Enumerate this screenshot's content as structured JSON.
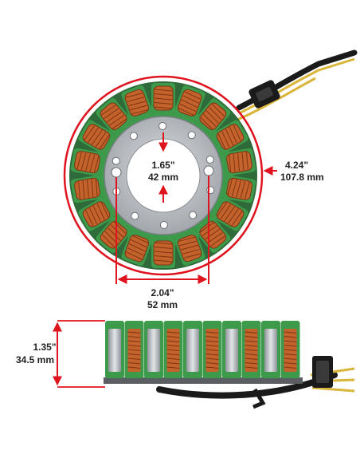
{
  "colors": {
    "dimension": "#e0141e",
    "copper": "#c4622c",
    "copper_dark": "#7d3514",
    "green_insulation": "#3c9a4a",
    "steel": "#b9bcc1",
    "wire_yellow": "#d9b53a",
    "wire_black": "#1a1a1a"
  },
  "dimensions": {
    "inner": {
      "inches": "1.65\"",
      "mm": "42 mm"
    },
    "outer": {
      "inches": "4.24\"",
      "mm": "107.8 mm"
    },
    "bolt": {
      "inches": "2.04\"",
      "mm": "52 mm"
    },
    "height": {
      "inches": "1.35\"",
      "mm": "34.5 mm"
    }
  }
}
